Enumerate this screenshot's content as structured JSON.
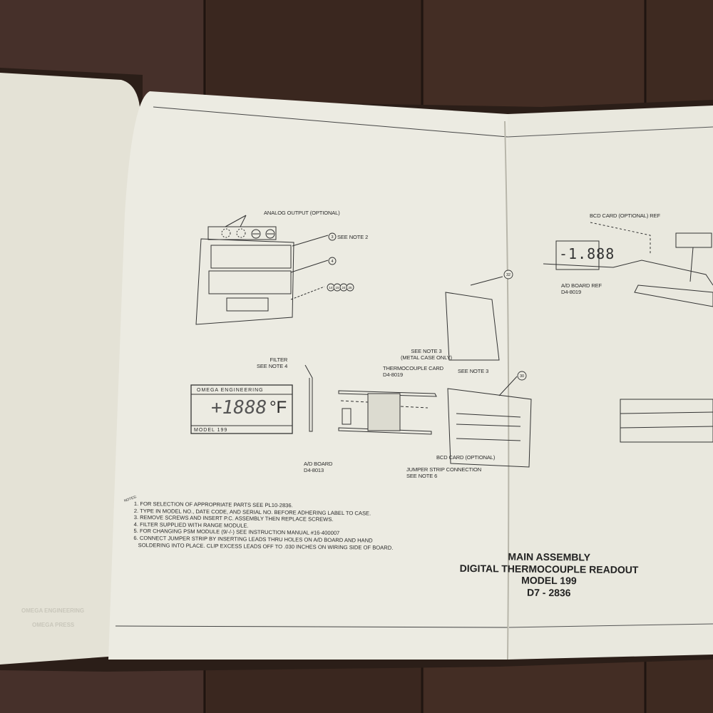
{
  "drawing": {
    "callouts": {
      "analog_output": "ANALOG OUTPUT (OPTIONAL)",
      "see_note_2": "SEE NOTE 2",
      "bubble_3": "3",
      "bubble_4": "4",
      "bubble_group": [
        "14",
        "15",
        "24",
        "25"
      ],
      "bubble_32": "32",
      "bubble_30": "30",
      "see_note_3_metal": "SEE NOTE 3\n(METAL CASE ONLY)",
      "filter": "FILTER\nSEE NOTE 4",
      "thermocouple_card": "THERMOCOUPLE CARD\nD4-8019",
      "see_note_3": "SEE NOTE 3",
      "bcd_card": "BCD CARD (OPTIONAL)",
      "ad_board": "A/D BOARD\nD4-8013",
      "jumper_strip": "JUMPER STRIP CONNECTION\nSEE NOTE 6",
      "bcd_card_ref": "BCD CARD (OPTIONAL) REF",
      "ad_board_ref": "A/D BOARD REF\nD4-8019"
    },
    "front_panel": {
      "brand": "OMEGA ENGINEERING",
      "display": "+1888",
      "unit": "°F",
      "model": "MODEL 199"
    },
    "ref_display": "-1.888"
  },
  "notes": {
    "header": "NOTES:",
    "items": [
      "1. FOR SELECTION OF APPROPRIATE PARTS SEE PL10-2836.",
      "2. TYPE IN MODEL NO., DATE CODE, AND SERIAL NO. BEFORE ADHERING LABEL TO CASE.",
      "3. REMOVE SCREWS AND INSERT P.C. ASSEMBLY THEN REPLACE SCREWS.",
      "4. FILTER SUPPLIED WITH RANGE MODULE.",
      "5. FOR CHANGING PSM MODULE (9/-/-) SEE INSTRUCTION MANUAL #16-400007",
      "6. CONNECT JUMPER STRIP BY INSERTING LEADS THRU HOLES ON A/D BOARD AND HAND",
      "   SOLDERING INTO PLACE. CLIP EXCESS LEADS OFF TO .030 INCHES ON WIRING SIDE OF BOARD."
    ]
  },
  "title_block": {
    "line1": "MAIN ASSEMBLY",
    "line2": "DIGITAL THERMOCOUPLE READOUT",
    "line3": "MODEL 199",
    "line4": "D7 - 2836"
  },
  "left_page": {
    "logo1": "OMEGA ENGINEERING",
    "logo2": "OMEGA PRESS"
  },
  "colors": {
    "wood": "#3e2a21",
    "paper": "#ebeae0",
    "ink": "#2a2a2a"
  }
}
